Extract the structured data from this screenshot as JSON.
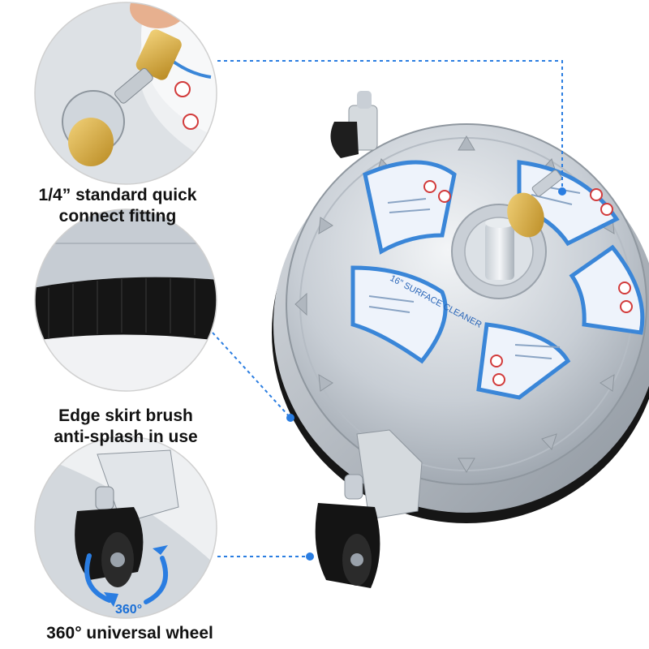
{
  "product": "16\" surface cleaner",
  "colors": {
    "accent_blue": "#2a7de1",
    "decal_blue": "#3a86d8",
    "steel": "#c9cfd6",
    "brass": "#d4a53a",
    "brush": "#1a1a1a",
    "label_text": "#111111"
  },
  "callouts": [
    {
      "id": "fitting",
      "line1": "1/4”  standard quick",
      "line2": "connect fitting",
      "icon": "quick-connect-closeup"
    },
    {
      "id": "brush",
      "line1": "Edge skirt brush",
      "line2": "anti-splash in use",
      "icon": "brush-skirt-closeup"
    },
    {
      "id": "wheel",
      "line1": "360° universal wheel",
      "line2": "",
      "icon": "caster-wheel-closeup"
    }
  ],
  "wheel_rotation_label": "360°",
  "decal_text": "16\" SURFACE CLEANER"
}
